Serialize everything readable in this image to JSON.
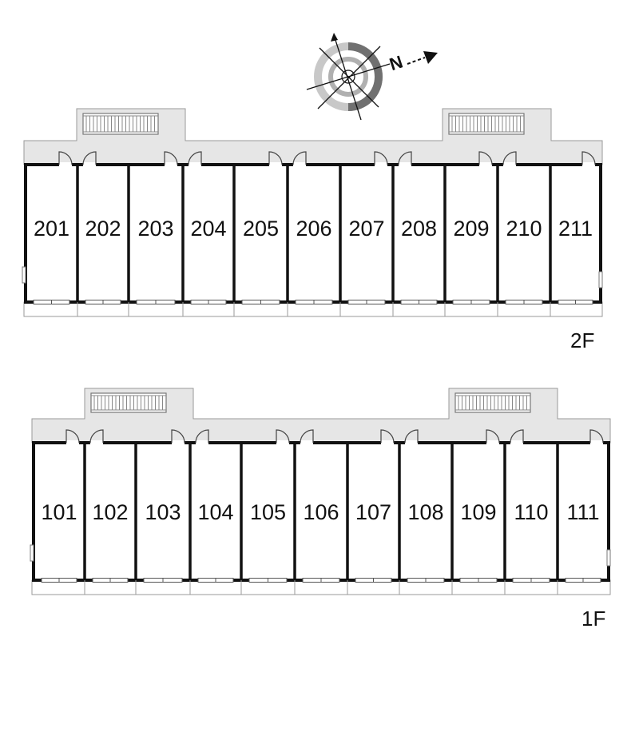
{
  "compass": {
    "north_letter": "N",
    "colors": {
      "ring": "#c8c8c8",
      "ring_dark": "#707070",
      "lines": "#111111"
    }
  },
  "floors": [
    {
      "label": "2F",
      "units": [
        "201",
        "202",
        "203",
        "204",
        "205",
        "206",
        "207",
        "208",
        "209",
        "210",
        "211"
      ]
    },
    {
      "label": "1F",
      "units": [
        "101",
        "102",
        "103",
        "104",
        "105",
        "106",
        "107",
        "108",
        "109",
        "110",
        "111"
      ]
    }
  ],
  "colors": {
    "corridor": "#e6e6e6",
    "outline": "#999999",
    "wall": "#111111"
  }
}
